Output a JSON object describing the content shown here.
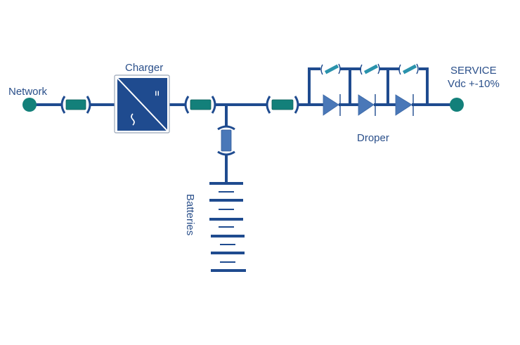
{
  "diagram": {
    "title": "DC power supply with charger, batteries and droper",
    "labels": {
      "network": "Network",
      "charger": "Charger",
      "batteries": "Batteries",
      "droper": "Droper",
      "service_line1": "SERVICE",
      "service_line2": "Vdc +-10%"
    },
    "charger_symbols": {
      "dc": "=",
      "ac": "~"
    },
    "components": {
      "network_terminal": "terminal-node",
      "fuse_network": "fuse",
      "charger": "ac-dc-converter",
      "fuse_charger_out": "fuse",
      "fuse_battery": "fuse",
      "battery_cells": 5,
      "fuse_droper_in": "fuse",
      "droper_diodes": 3,
      "droper_bypass_switches": 3,
      "service_terminal": "terminal-node"
    },
    "colors": {
      "wire": "#1f4b8f",
      "charger_fill": "#1f4b8f",
      "terminal": "#13807a",
      "fuse_fill": "#13807a",
      "battery_fuse_fill": "#4a78b8",
      "diode_fill": "#4a78b8",
      "bypass_fuse_fill": "#2a93ac",
      "label_text": "#2a4f8a"
    }
  }
}
